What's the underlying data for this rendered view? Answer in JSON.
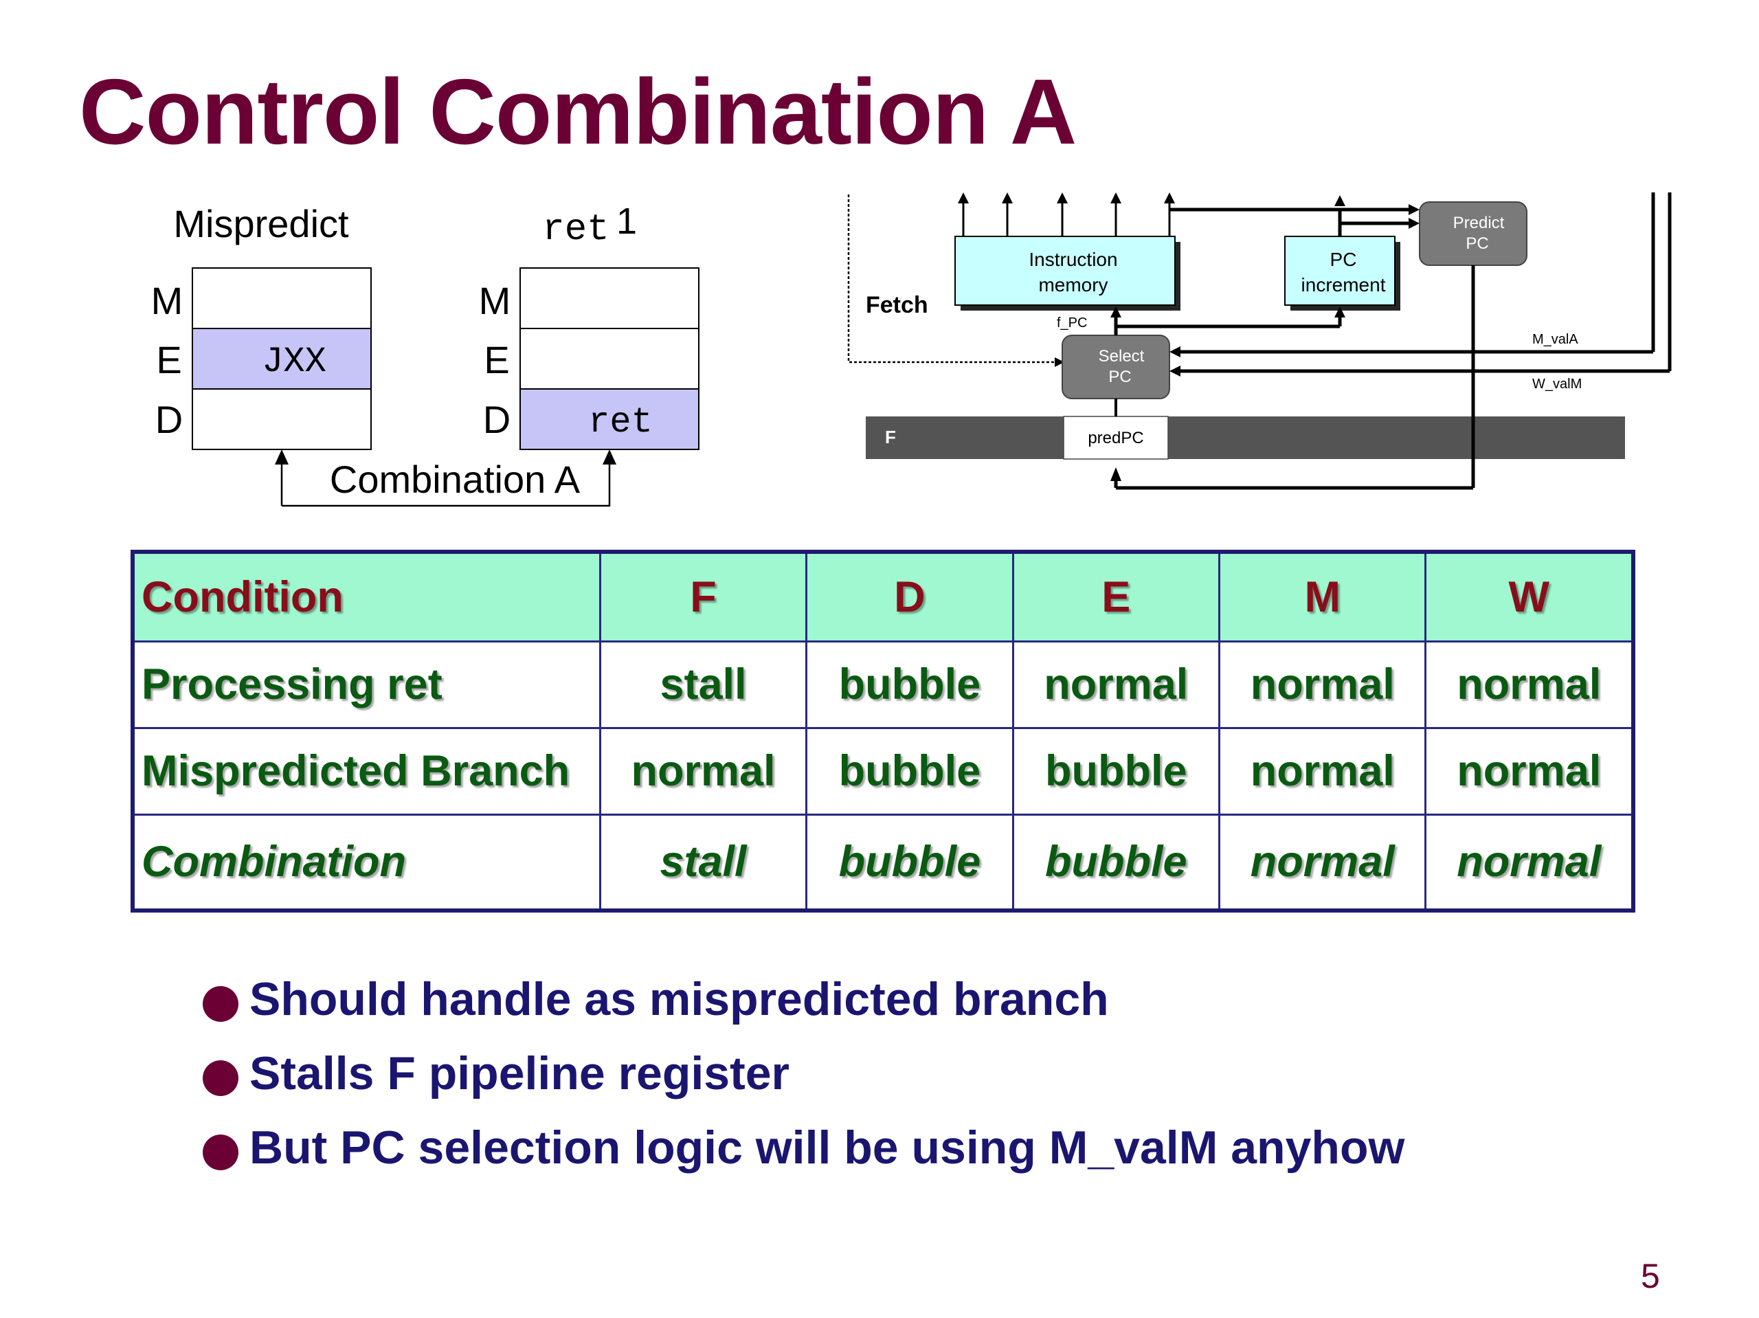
{
  "slide": {
    "title": "Control Combination A",
    "page_number": "5"
  },
  "combo_diagram": {
    "left_label": "Mispredict",
    "right_label_code": "ret",
    "right_label_num": "1",
    "stage_labels": [
      "M",
      "E",
      "D"
    ],
    "left_e_cell": "JXX",
    "right_d_cell": "ret",
    "caption": "Combination A"
  },
  "fetch_diagram": {
    "section_label": "Fetch",
    "instruction_memory": [
      "Instruction",
      "memory"
    ],
    "pc_increment": [
      "PC",
      "increment"
    ],
    "predict_pc": [
      "Predict",
      "PC"
    ],
    "select_pc": [
      "Select",
      "PC"
    ],
    "f_pc_label": "f_PC",
    "m_vala_label": "M_valA",
    "w_valm_label": "W_valM",
    "f_register_label": "F",
    "predpc_label": "predPC"
  },
  "table": {
    "headers": [
      "Condition",
      "F",
      "D",
      "E",
      "M",
      "W"
    ],
    "rows": [
      [
        "Processing ret",
        "stall",
        "bubble",
        "normal",
        "normal",
        "normal"
      ],
      [
        "Mispredicted Branch",
        "normal",
        "bubble",
        "bubble",
        "normal",
        "normal"
      ],
      [
        "Combination",
        "stall",
        "bubble",
        "bubble",
        "normal",
        "normal"
      ]
    ]
  },
  "bullets": [
    "Should handle as mispredicted branch",
    "Stalls F pipeline register",
    "But PC selection logic will be using M_valM anyhow"
  ],
  "colors": {
    "title": "#6b0034",
    "table_header_bg": "#9ff8d0",
    "table_header_text": "#8a0d1a",
    "table_body_text": "#0a5a12",
    "table_border": "#1e1b6e",
    "bullet_text": "#1a1670",
    "highlight_cell": "#c7c5f7",
    "box_fill": "#c8ffff",
    "gray_box": "#7a7a7a"
  }
}
